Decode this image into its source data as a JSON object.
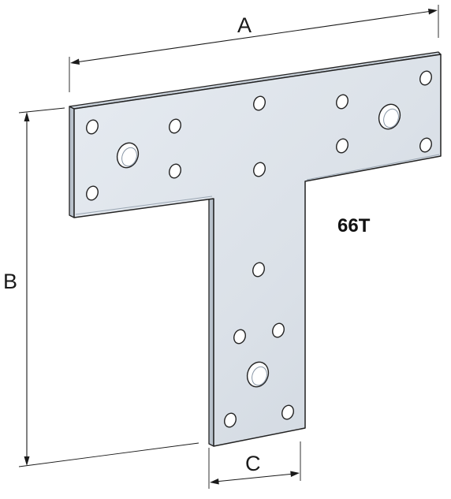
{
  "figure": {
    "model_label": "66T",
    "dimensions": {
      "a_label": "A",
      "b_label": "B",
      "c_label": "C"
    },
    "colors": {
      "plate_face": "#dde3ea",
      "plate_edge": "#b7c0cb",
      "outline": "#222222",
      "line": "#1a1a1a"
    }
  }
}
